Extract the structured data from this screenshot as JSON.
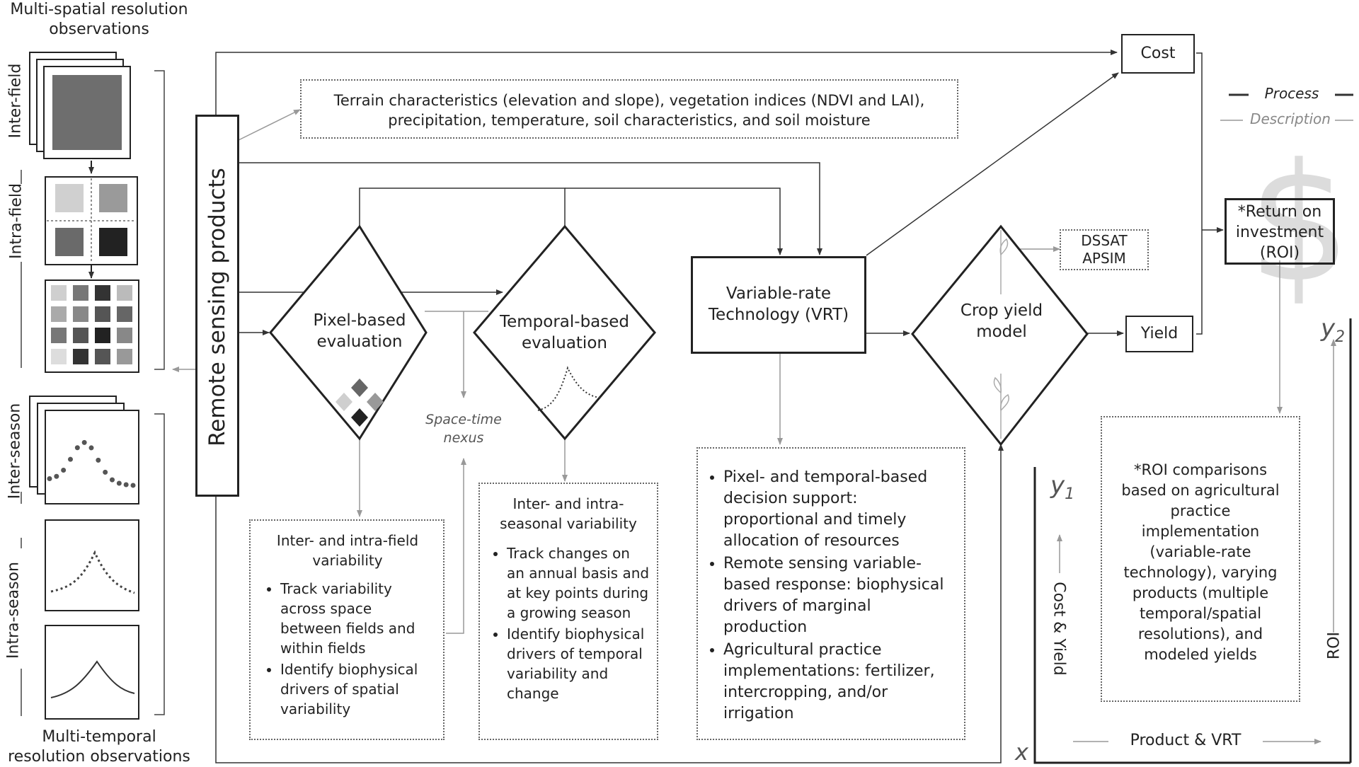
{
  "left": {
    "top_caption": "Multi-spatial resolution observations",
    "bottom_caption": "Multi-temporal resolution observations",
    "inter_field": "Inter-field",
    "intra_field": "Intra-field",
    "inter_season": "Inter-season",
    "intra_season": "Intra-season"
  },
  "remote_sensing": "Remote sensing products",
  "terrain": "Terrain characteristics (elevation and slope), vegetation indices (NDVI and LAI), precipitation, temperature, soil characteristics, and soil moisture",
  "pixel": "Pixel-based evaluation",
  "temporal": "Temporal-based evaluation",
  "space_time": "Space-time nexus",
  "vrt": "Variable-rate Technology (VRT)",
  "crop": "Crop yield model",
  "dssat": "DSSAT",
  "apsim": "APSIM",
  "cost": "Cost",
  "yield": "Yield",
  "roi": "*Return on investment (ROI)",
  "legend": {
    "process": "Process",
    "description": "Description"
  },
  "spatial_box": {
    "title": "Inter- and intra-field variability",
    "items": [
      "Track variability across space between fields and within fields",
      "Identify biophysical drivers of spatial variability"
    ]
  },
  "temporal_box": {
    "title": "Inter- and intra-seasonal variability",
    "items": [
      "Track changes on an annual basis and at key points during a growing season",
      "Identify biophysical drivers of temporal variability and change"
    ]
  },
  "vrt_box": {
    "items": [
      "Pixel- and temporal-based decision support: proportional and timely allocation of resources",
      "Remote sensing variable-based response: biophysical drivers of marginal production",
      "Agricultural practice implementations: fertilizer, intercropping, and/or irrigation"
    ]
  },
  "roi_box": "*ROI comparisons based on agricultural practice implementation (variable-rate technology), varying products (multiple temporal/spatial resolutions), and modeled yields",
  "axes": {
    "y1": "y",
    "y1_sub": "1",
    "y2": "y",
    "y2_sub": "2",
    "x": "x",
    "cost_yield": "Cost & Yield",
    "roi": "ROI",
    "product_vrt": "Product & VRT"
  },
  "colors": {
    "process": "#222222",
    "description": "#999999",
    "dollar": "#d9d9d9"
  }
}
